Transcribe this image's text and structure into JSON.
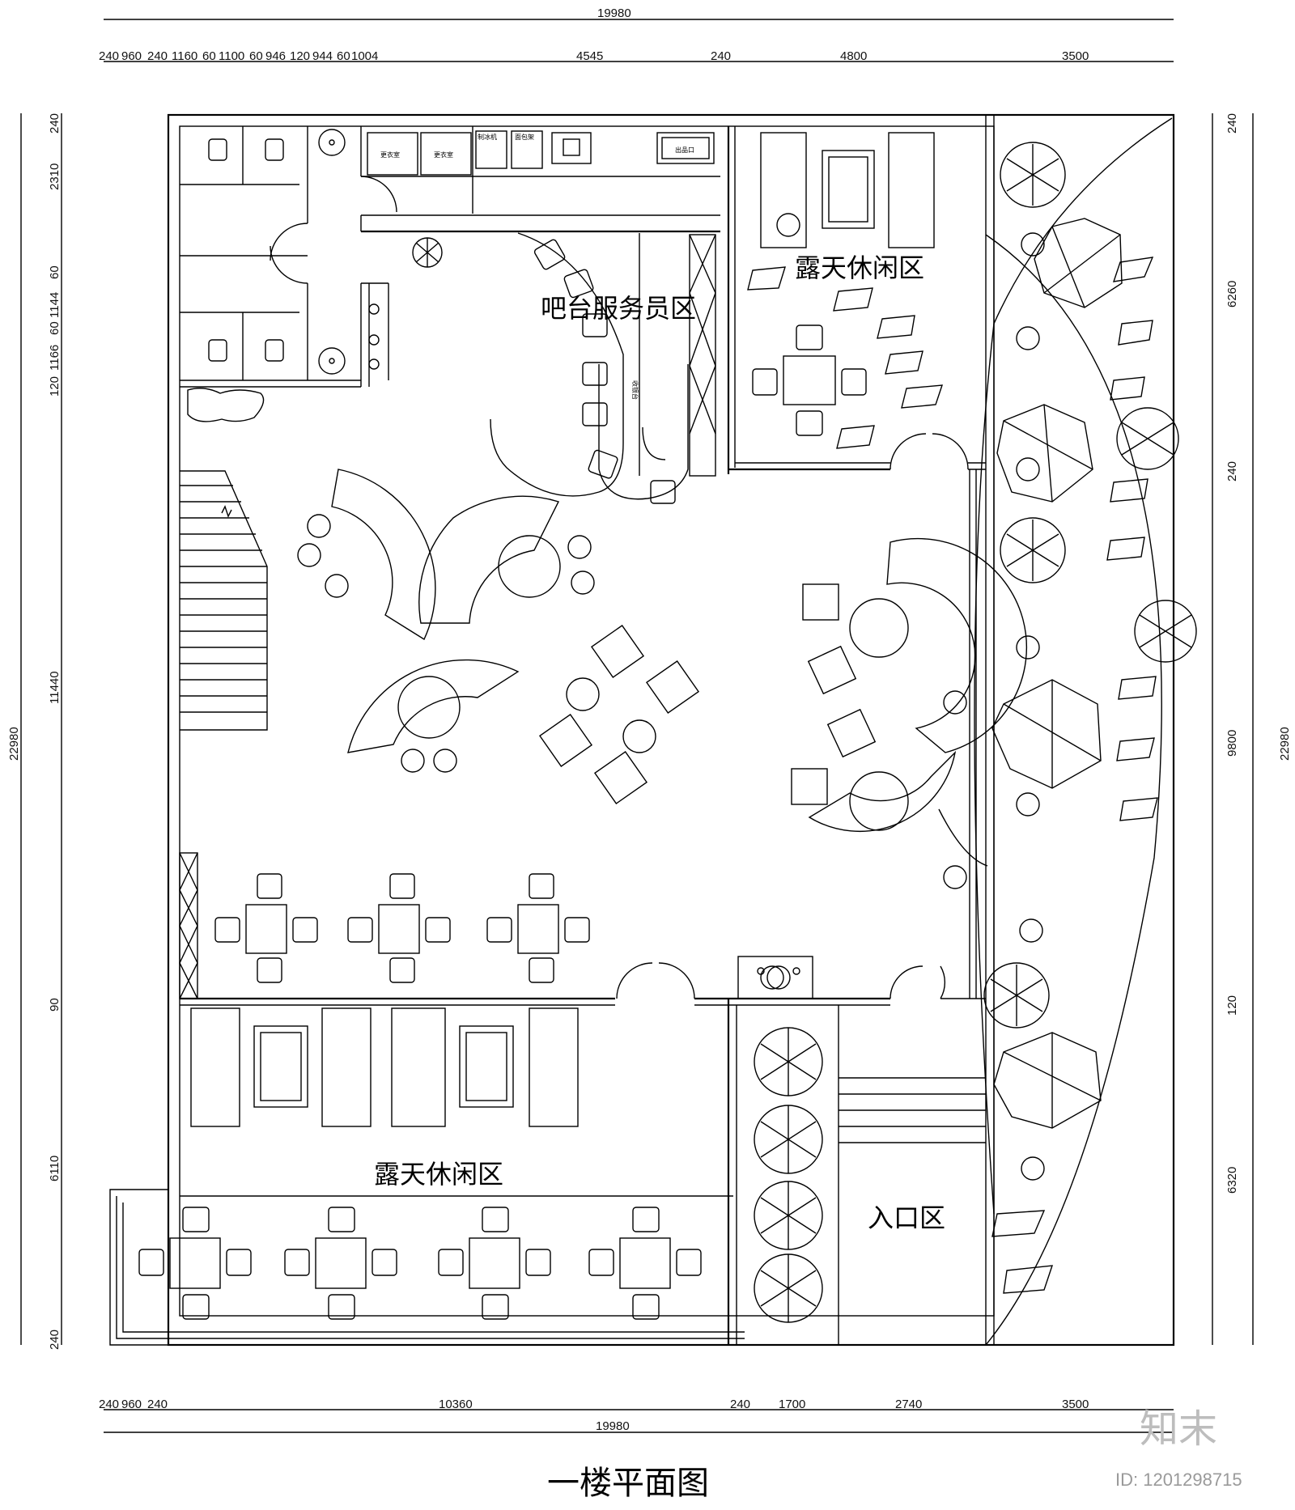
{
  "dimensions": {
    "top_total": "19980",
    "top_row": [
      "240",
      "960",
      "240",
      "1160",
      "60",
      "1100",
      "60",
      "946",
      "120",
      "944",
      "60",
      "1004",
      "4545",
      "240",
      "4800",
      "3500"
    ],
    "bottom_row": [
      "240",
      "960",
      "240",
      "10360",
      "240",
      "1700",
      "2740",
      "3500"
    ],
    "bottom_total": "19980",
    "left_col": [
      "240",
      "2310",
      "120",
      "1166",
      "60",
      "1144",
      "60",
      "11440",
      "90",
      "6110",
      "240"
    ],
    "left_total": "22980",
    "right_col": [
      "240",
      "6260",
      "240",
      "9800",
      "120",
      "6320"
    ],
    "right_total": "22980"
  },
  "rooms": {
    "bar_staff": "吧台服务员区",
    "outdoor_top": "露天休闲区",
    "outdoor_bottom": "露天休闲区",
    "entrance": "入口区"
  },
  "fixtures": {
    "locker_1": "更衣室",
    "locker_2": "更衣室",
    "ice_maker": "制冰机",
    "bread_rack": "面包架",
    "dispatch_window": "出品口",
    "cashier": "收银台"
  },
  "title": "一楼平面图",
  "watermark": {
    "brand": "知末",
    "id": "ID: 1201298715"
  }
}
